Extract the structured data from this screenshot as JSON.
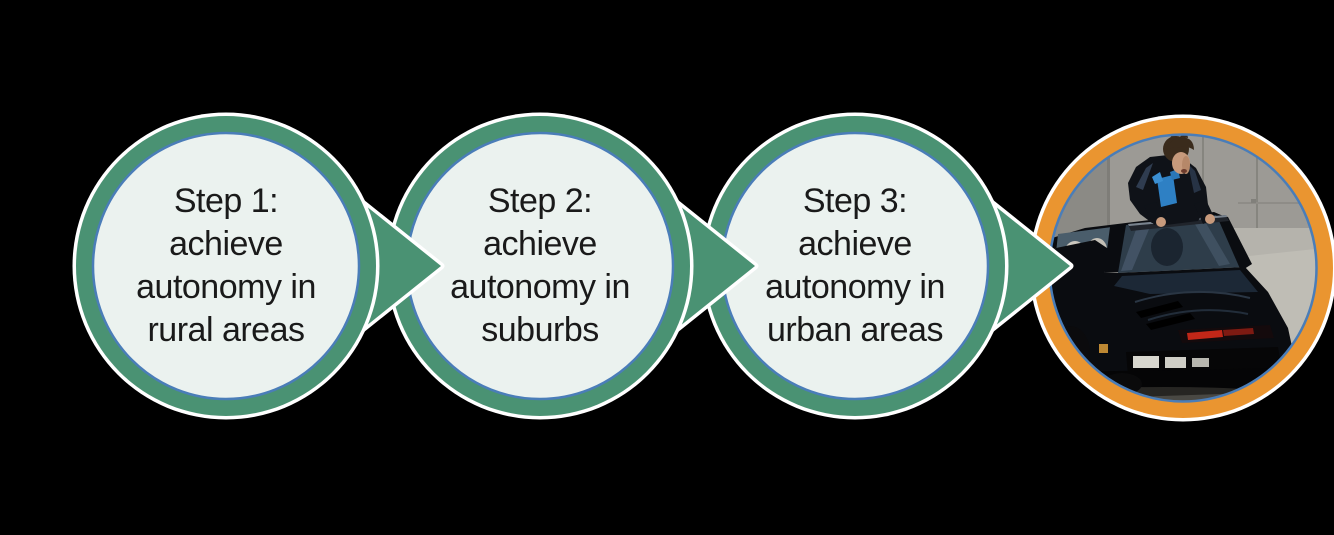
{
  "diagram": {
    "background_color": "#000000",
    "node_count": 4,
    "steps": [
      {
        "lines": [
          "Step 1:",
          "achieve",
          "autonomy in",
          "rural areas"
        ]
      },
      {
        "lines": [
          "Step 2:",
          "achieve",
          "autonomy in",
          "suburbs"
        ]
      },
      {
        "lines": [
          "Step 3:",
          "achieve",
          "autonomy in",
          "urban areas"
        ]
      }
    ],
    "final_node": {
      "kind": "photo",
      "label": "knight-rider-car-photo",
      "description": "Man in black leather jacket climbing out through the open T-top of a black Trans Am, hands gripping the windshield frame, concrete wall and pavement behind",
      "ring_color": "#EA9530"
    },
    "colors": {
      "step_ring_green": "#4A9273",
      "arrow_green": "#4A9273",
      "inner_ring_blue": "#4A7DB8",
      "step_fill": "#EBF2EF",
      "outline_white": "#FFFFFF",
      "photo_ring_orange": "#EA9530",
      "text_color": "#1A1A1A"
    }
  }
}
